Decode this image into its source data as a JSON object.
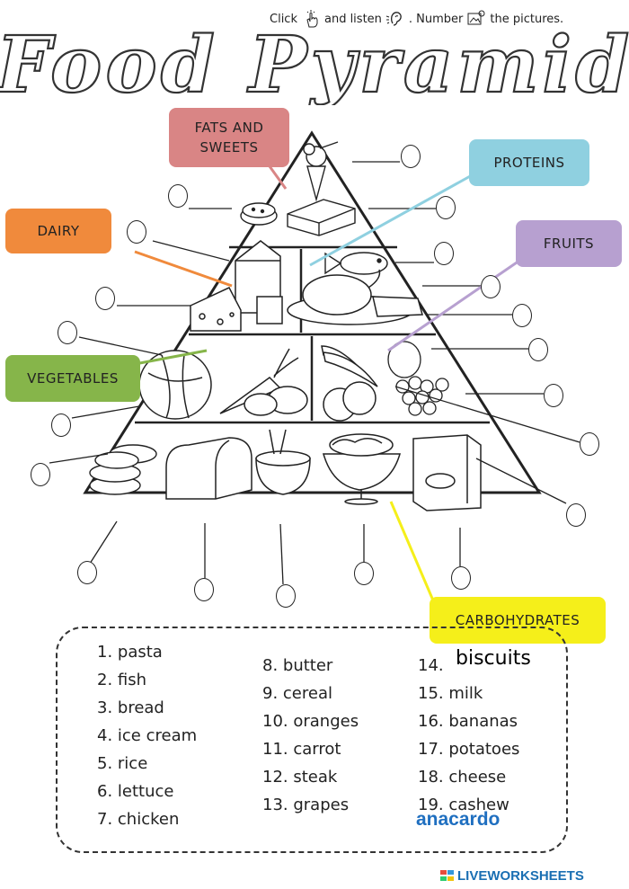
{
  "instructions": {
    "click": "Click",
    "listen": "and listen",
    "number": ". Number",
    "pictures": "the pictures."
  },
  "title": "Food Pyramid",
  "labels": {
    "fats": "FATS AND SWEETS",
    "dairy": "DAIRY",
    "proteins": "PROTEINS",
    "fruits": "FRUITS",
    "vegetables": "VEGETABLES",
    "carbohydrates": "CARBOHYDRATES"
  },
  "colors": {
    "fats": "#d98585",
    "dairy": "#f08a3c",
    "proteins": "#8fd0e0",
    "fruits": "#b7a0d0",
    "vegetables": "#86b54a",
    "carbohydrates": "#f5ef1a"
  },
  "words": {
    "col1": [
      "1. pasta",
      "2. fish",
      "3. bread",
      "4. ice cream",
      "5. rice",
      "6. lettuce",
      "7. chicken"
    ],
    "col2": [
      "8. butter",
      "9. cereal",
      "10. oranges",
      "11. carrot",
      "12. steak",
      "13. grapes"
    ],
    "col3": [
      "14.",
      "15. milk",
      "16. bananas",
      "17. potatoes",
      "18. cheese",
      "19. cashew"
    ]
  },
  "extra": {
    "biscuits": "biscuits",
    "anacardo": "anacardo"
  },
  "brand": "LIVEWORKSHEETS"
}
